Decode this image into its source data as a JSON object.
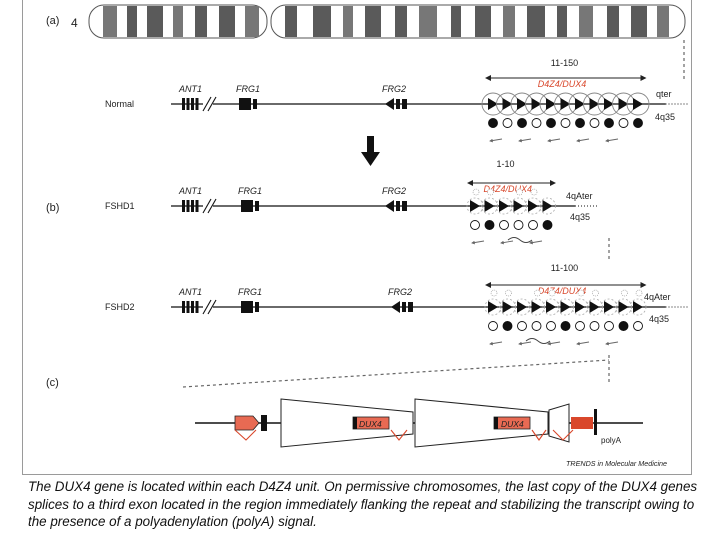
{
  "panels": {
    "a": "(a)",
    "b": "(b)",
    "c": "(c)"
  },
  "chromosome": {
    "label": "4"
  },
  "rows": [
    {
      "id": "normal",
      "name": "Normal",
      "genes": [
        "ANT1",
        "FRG1",
        "FRG2"
      ],
      "repeat_label": "D4Z4/DUX4",
      "count": "11-150",
      "allele": "qter",
      "locus": "4q35",
      "units": 11,
      "style": "normal"
    },
    {
      "id": "fshd1",
      "name": "FSHD1",
      "genes": [
        "ANT1",
        "FRG1",
        "FRG2"
      ],
      "repeat_label": "D4Z4/DUX4",
      "count": "1-10",
      "allele": "4qAter",
      "locus": "4q35",
      "units": 6,
      "style": "fshd"
    },
    {
      "id": "fshd2",
      "name": "FSHD2",
      "genes": [
        "ANT1",
        "FRG1",
        "FRG2"
      ],
      "repeat_label": "D4Z4/DUX4",
      "count": "11-100",
      "allele": "4qAter",
      "locus": "4q35",
      "units": 11,
      "style": "fshd"
    }
  ],
  "panel_c": {
    "dux4_labels": [
      "DUX4",
      "DUX4"
    ],
    "polya": "polyA"
  },
  "credit": "TRENDS in Molecular Medicine",
  "caption": "The DUX4 gene is located within each D4Z4 unit. On permissive chromosomes, the last copy of the DUX4 genes splices to a third exon located in the region immediately flanking the repeat and stabilizing the transcript owing to the presence of a polyadenylation (polyA) signal.",
  "colors": {
    "accent": "#d9472b",
    "band_dark": "#555555",
    "line": "#111111"
  }
}
